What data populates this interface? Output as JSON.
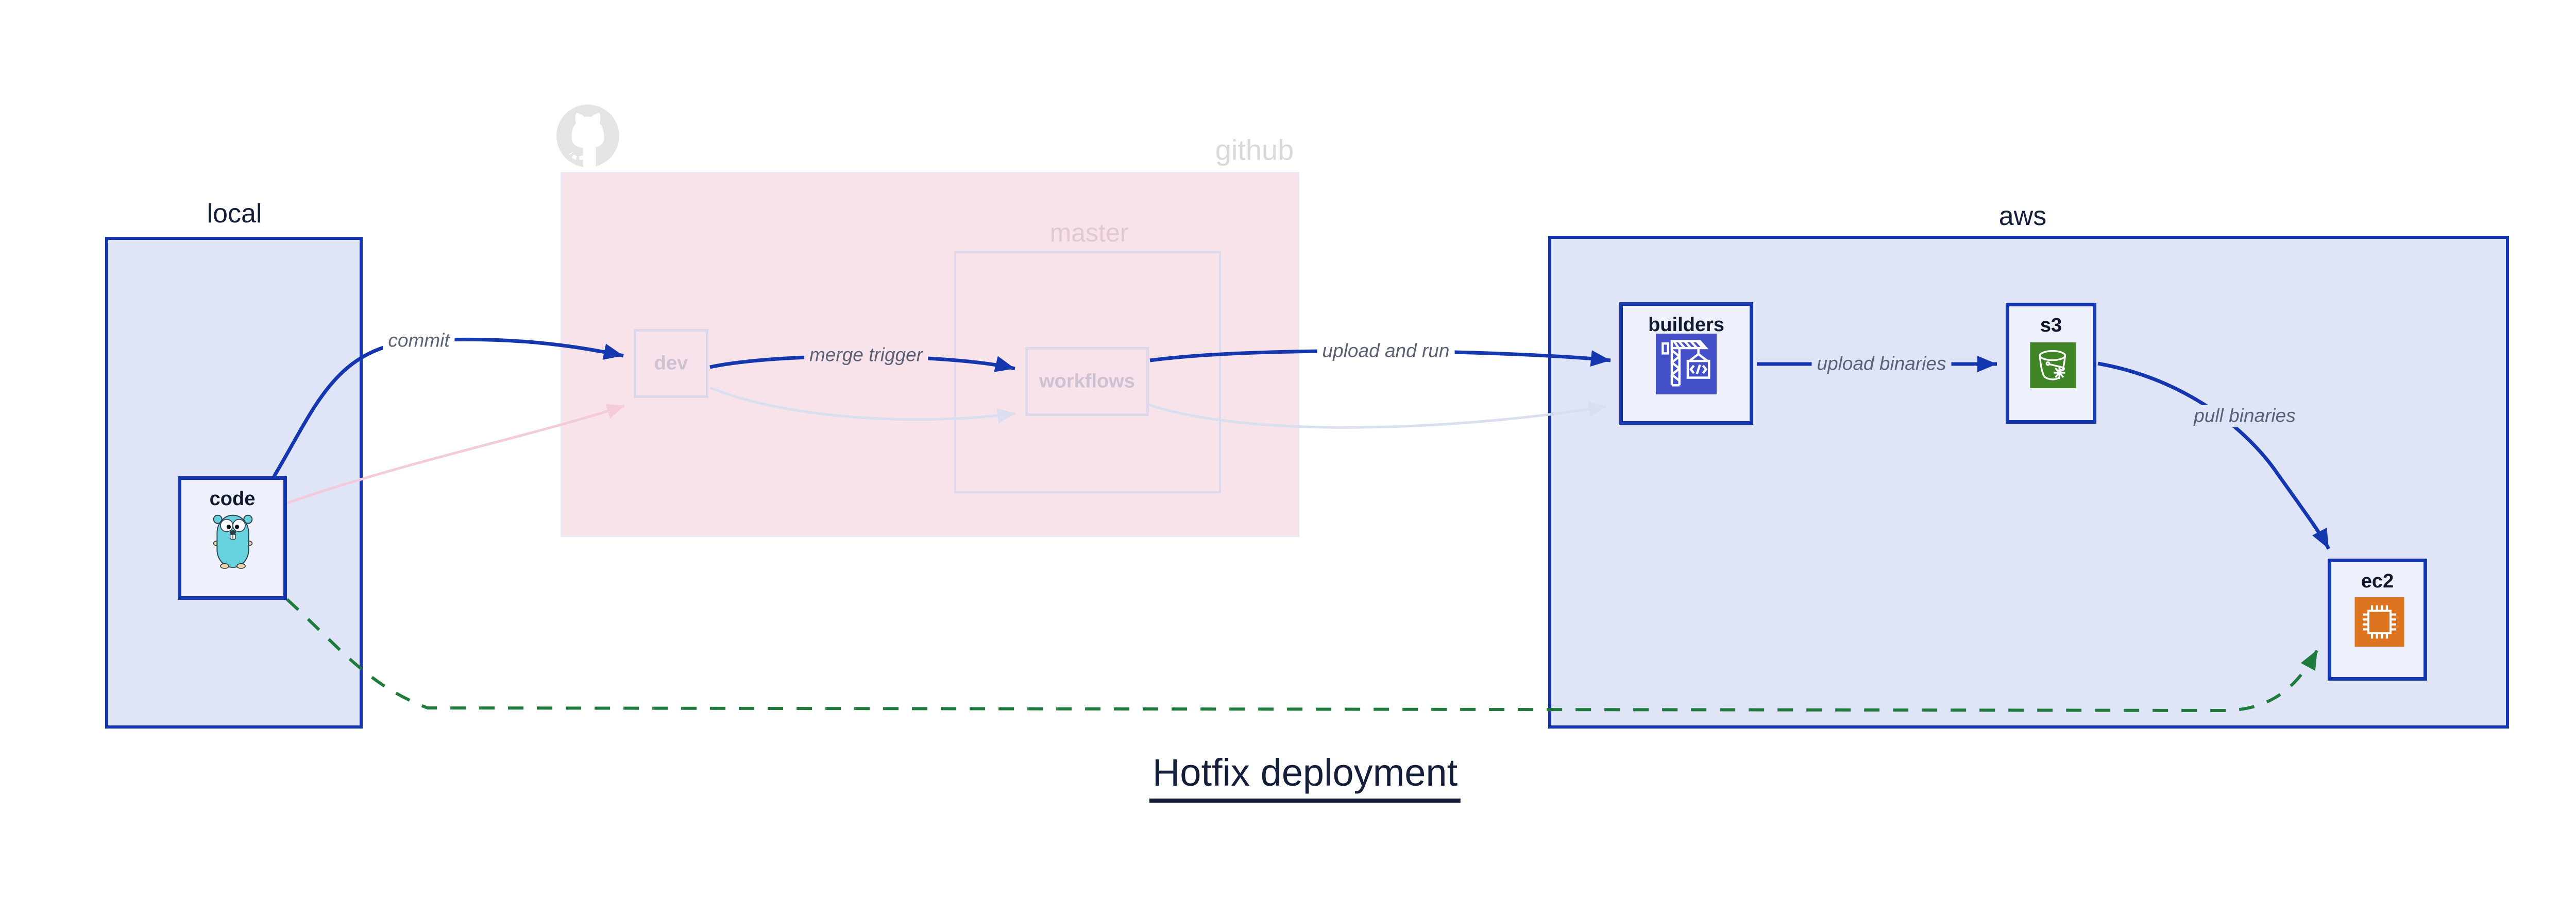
{
  "diagram": {
    "title": "Hotfix deployment",
    "containers": {
      "local": {
        "label": "local"
      },
      "github": {
        "label": "github",
        "icon": "github-octocat-icon",
        "master": {
          "label": "master"
        }
      },
      "aws": {
        "label": "aws"
      }
    },
    "nodes": {
      "code": {
        "label": "code",
        "icon": "go-gopher-icon"
      },
      "dev": {
        "label": "dev"
      },
      "workflows": {
        "label": "workflows"
      },
      "builders": {
        "label": "builders",
        "icon": "aws-codebuild-icon"
      },
      "s3": {
        "label": "s3",
        "icon": "aws-s3-glacier-icon"
      },
      "ec2": {
        "label": "ec2",
        "icon": "aws-ec2-icon"
      }
    },
    "edges": {
      "commit": {
        "label": "commit",
        "style": "solid-highlighted"
      },
      "merge_trigger": {
        "label": "merge trigger",
        "style": "solid-highlighted"
      },
      "upload_and_run": {
        "label": "upload and run",
        "style": "solid-highlighted"
      },
      "upload_binaries": {
        "label": "upload binaries",
        "style": "solid-highlighted"
      },
      "pull_binaries": {
        "label": "pull binaries",
        "style": "solid-highlighted"
      },
      "code_to_dev_faded": {
        "label": "",
        "style": "faded-pink"
      },
      "dev_to_workflows_faded": {
        "label": "",
        "style": "faded-lavender"
      },
      "workflows_to_builders_faded": {
        "label": "",
        "style": "faded-lavender"
      },
      "hotfix_code_to_ec2": {
        "label": "",
        "style": "dashed-green"
      }
    },
    "colors": {
      "highlight_blue": "#1436ae",
      "hotfix_green": "#1e7b3c",
      "container_blue_fill": "#dfe5f7",
      "node_fill": "#eef1fb",
      "github_pink_fill": "#f9e3ea",
      "faded_pink_edge": "#f3cbd9",
      "faded_lavender_edge": "#d9def1",
      "edge_label_gray": "#5b6175",
      "dark_navy_text": "#141e38",
      "codebuild_icon_bg": "#4450c8",
      "s3_glacier_icon_bg": "#3f8526",
      "ec2_icon_bg": "#dd7420",
      "octocat_gray": "#e4e4e4",
      "gopher_teal": "#67d1de"
    }
  }
}
